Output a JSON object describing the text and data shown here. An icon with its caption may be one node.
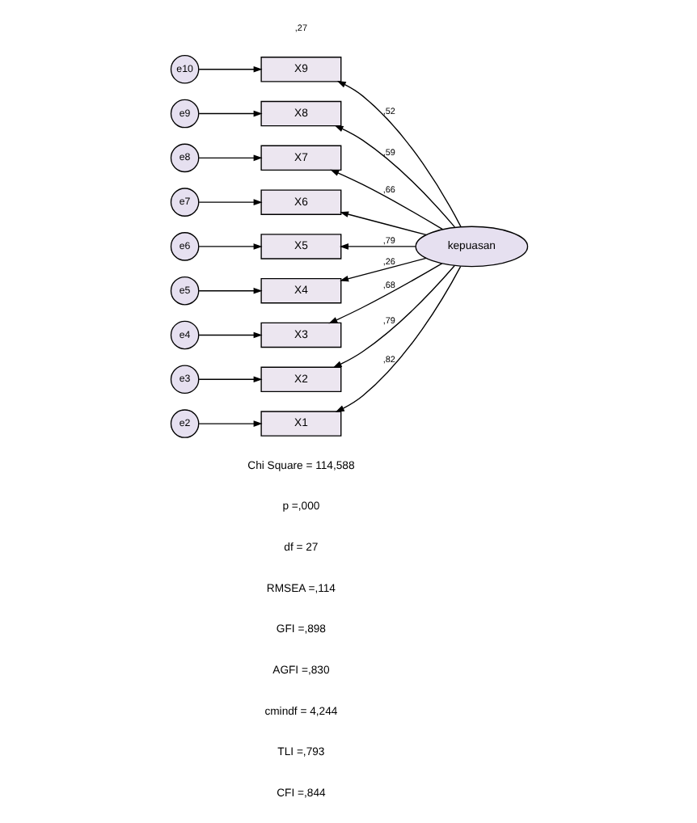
{
  "diagram": {
    "nodes": [
      {
        "text": [
          "e10"
        ]
      },
      {
        "text": [
          "e9"
        ]
      },
      {
        "text": [
          "e8"
        ]
      },
      {
        "text": [
          "e7"
        ]
      },
      {
        "text": [
          "e6"
        ]
      },
      {
        "text": [
          "e5"
        ]
      },
      {
        "text": [
          "e4"
        ]
      },
      {
        "text": [
          "e3"
        ]
      },
      {
        "text": [
          "e2"
        ]
      },
      {
        "text": [
          "X9"
        ]
      },
      {
        "text": [
          "X8"
        ]
      },
      {
        "text": [
          "X7"
        ]
      },
      {
        "text": [
          "X6"
        ]
      },
      {
        "text": [
          "X5"
        ]
      },
      {
        "text": [
          "X4"
        ]
      },
      {
        "text": [
          "X3"
        ]
      },
      {
        "text": [
          "X2"
        ]
      },
      {
        "text": [
          "X1"
        ]
      },
      {
        "text": [
          "kepuasan"
        ]
      }
    ],
    "edges": [
      {
        "from": 0,
        "to": 9,
        "arrow": "to"
      },
      {
        "from": 1,
        "to": 10,
        "arrow": "to"
      },
      {
        "from": 2,
        "to": 11,
        "arrow": "to"
      },
      {
        "from": 3,
        "to": 12,
        "arrow": "to"
      },
      {
        "from": 4,
        "to": 13,
        "arrow": "to"
      },
      {
        "from": 5,
        "to": 14,
        "arrow": "to"
      },
      {
        "from": 6,
        "to": 15,
        "arrow": "to"
      },
      {
        "from": 7,
        "to": 16,
        "arrow": "to"
      },
      {
        "from": 8,
        "to": 17,
        "arrow": "to"
      },
      {
        "from": 18,
        "to": 9,
        "arrow": "to",
        "label": ",52"
      },
      {
        "from": 18,
        "to": 10,
        "arrow": "to",
        "label": ",59"
      },
      {
        "from": 18,
        "to": 11,
        "arrow": "to",
        "label": ",66"
      },
      {
        "from": 18,
        "to": 12,
        "arrow": "to"
      },
      {
        "from": 18,
        "to": 13,
        "arrow": "to",
        "label": ",79"
      },
      {
        "from": 18,
        "to": 14,
        "arrow": "to",
        "label": ",26"
      },
      {
        "from": 18,
        "to": 15,
        "arrow": "to",
        "label": ",68"
      },
      {
        "from": 18,
        "to": 16,
        "arrow": "to",
        "label": ",79"
      },
      {
        "from": 18,
        "to": 17,
        "arrow": "to",
        "label": ",82"
      }
    ],
    "labels": [
      ",27",
      "Chi Square = 114,588",
      "p =,000",
      "df = 27",
      "RMSEA =,114",
      "GFI =,898",
      "AGFI =,830",
      "cmindf = 4,244",
      "TLI =,793",
      "CFI =,844"
    ]
  }
}
